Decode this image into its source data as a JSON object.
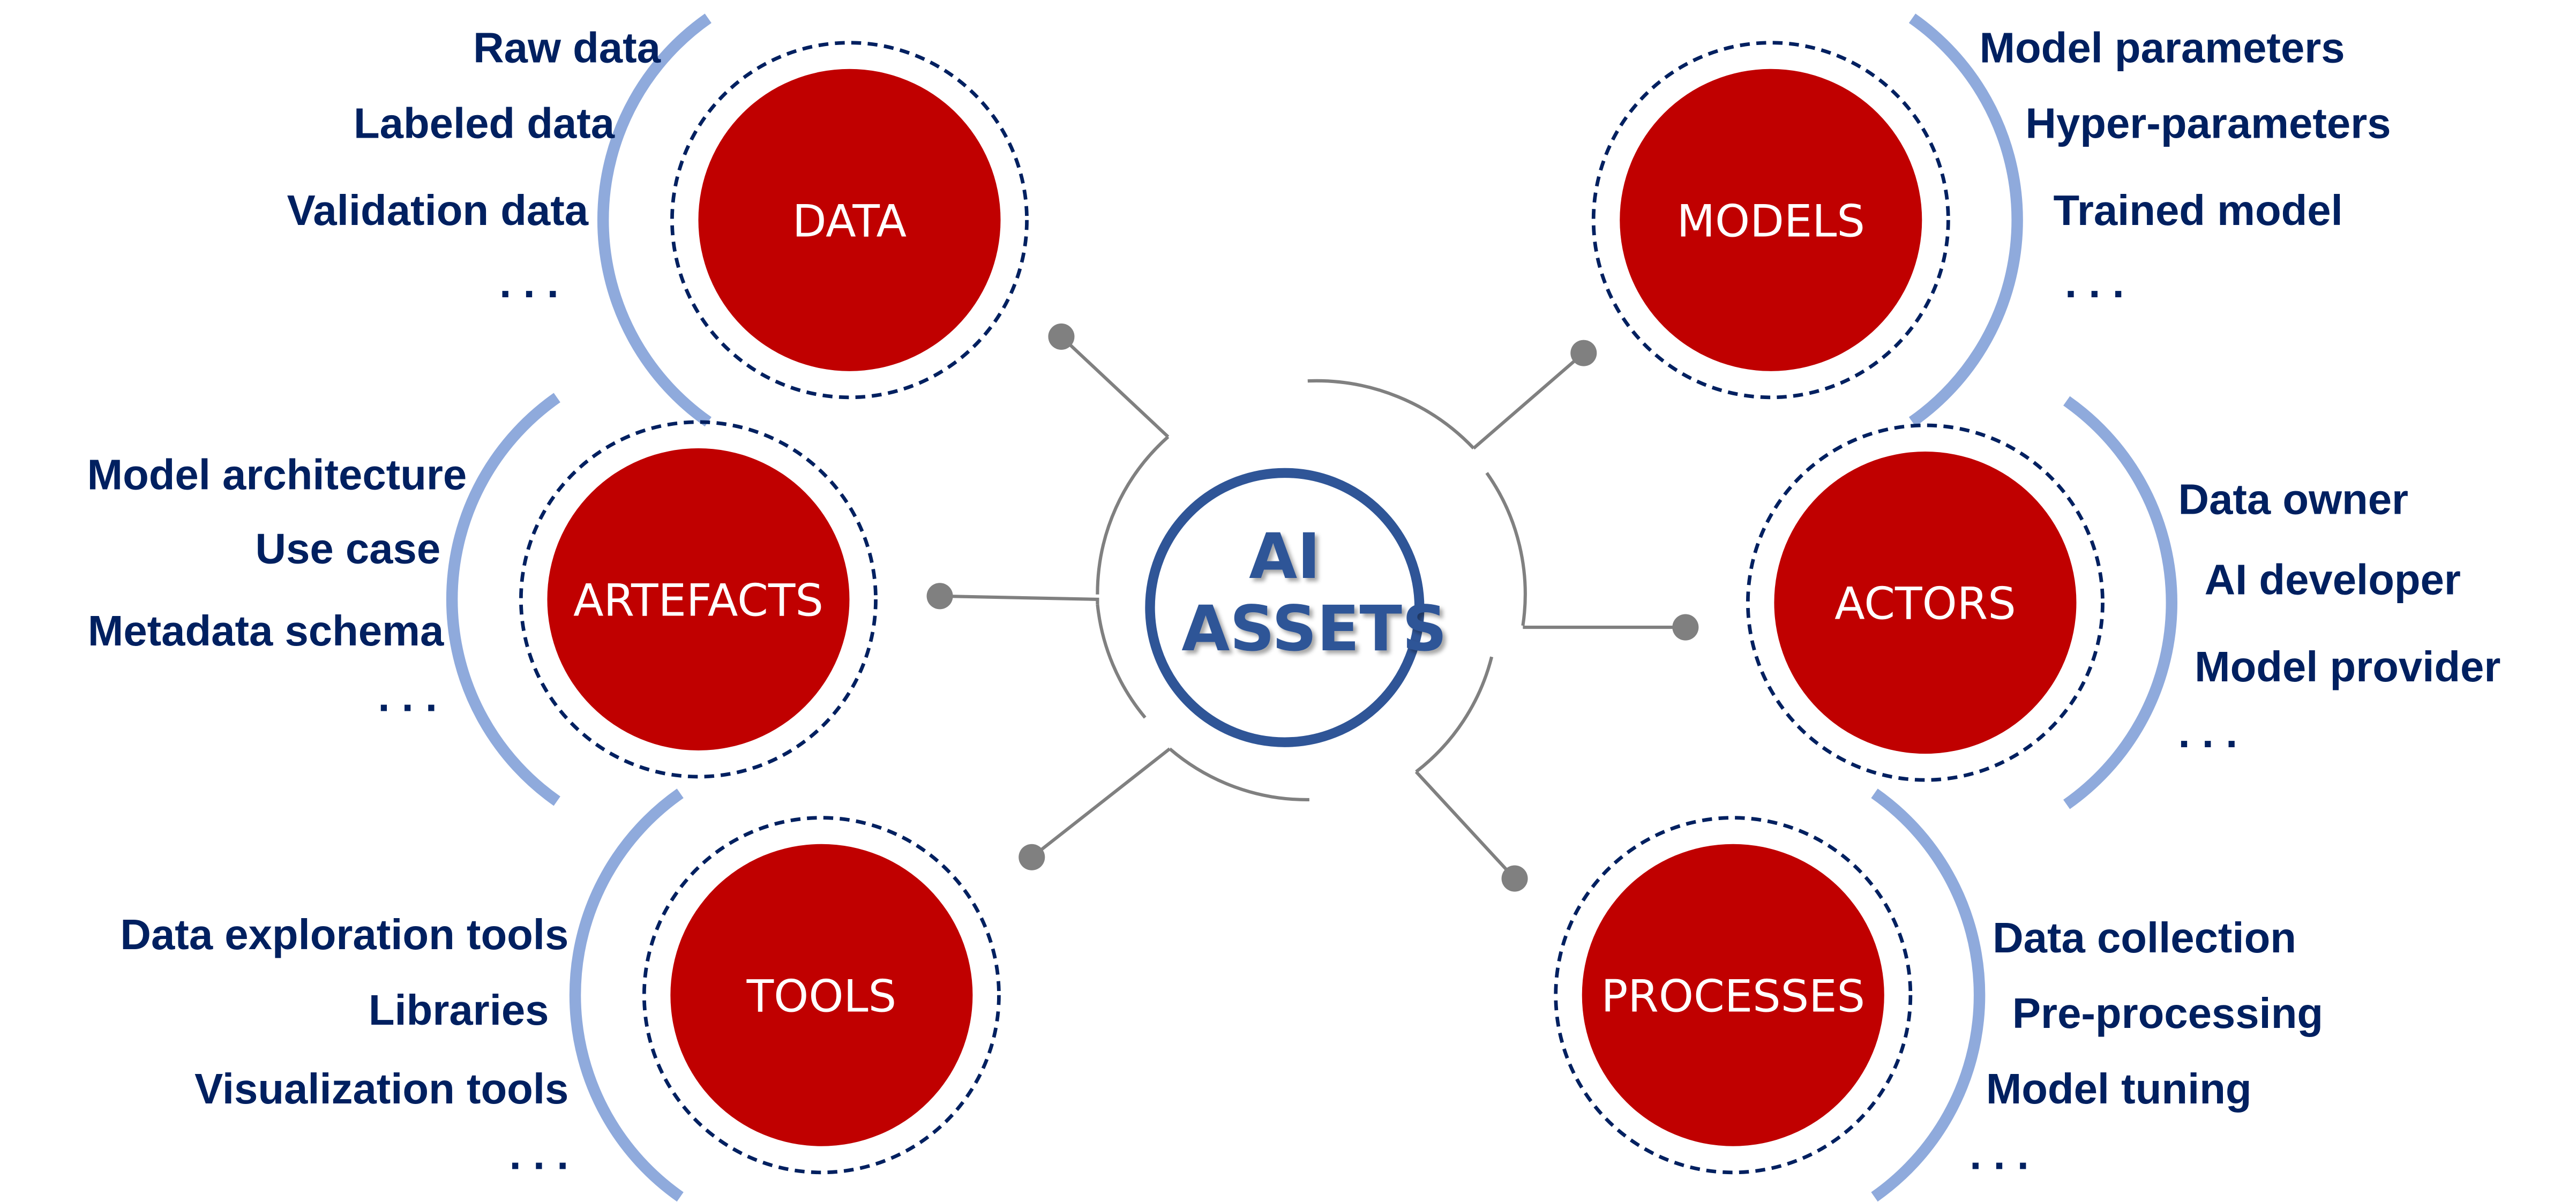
{
  "center": {
    "line1": "AI",
    "line2": "ASSETS"
  },
  "colors": {
    "node": "#c00000",
    "dash": "#002060",
    "accent_arc": "#8faadc",
    "connector": "#808080",
    "center": "#2f5597",
    "text": "#002060"
  },
  "nodes": [
    {
      "key": "data",
      "label": "DATA",
      "items": [
        "Raw data",
        "Labeled data",
        "Validation data",
        ". . ."
      ]
    },
    {
      "key": "models",
      "label": "MODELS",
      "items": [
        "Model parameters",
        "Hyper-parameters",
        "Trained model",
        ". . ."
      ]
    },
    {
      "key": "artefacts",
      "label": "ARTEFACTS",
      "items": [
        "Model architecture",
        "Use case",
        "Metadata schema",
        ". . ."
      ]
    },
    {
      "key": "actors",
      "label": "ACTORS",
      "items": [
        "Data owner",
        "AI developer",
        "Model provider",
        ". . ."
      ]
    },
    {
      "key": "tools",
      "label": "TOOLS",
      "items": [
        "Data exploration tools",
        "Libraries",
        "Visualization tools",
        ". . ."
      ]
    },
    {
      "key": "processes",
      "label": "PROCESSES",
      "items": [
        "Data collection",
        "Pre-processing",
        "Model tuning",
        ". . ."
      ]
    }
  ]
}
